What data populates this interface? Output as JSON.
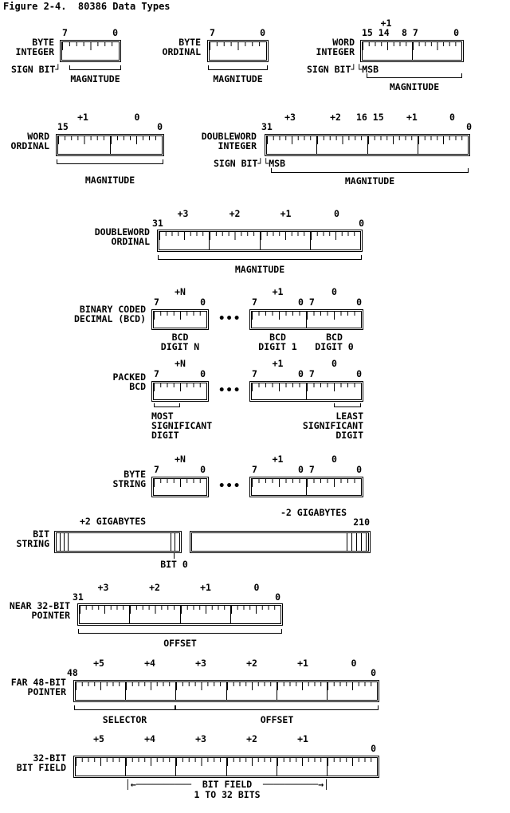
{
  "title": "Figure 2-4.  80386 Data Types",
  "byte_integer": {
    "name": "BYTE\nINTEGER",
    "bit7": "7",
    "bit0": "0",
    "sign": "SIGN BIT┘",
    "magnitude": "MAGNITUDE"
  },
  "byte_ordinal": {
    "name": "BYTE\nORDINAL",
    "bit7": "7",
    "bit0": "0",
    "magnitude": "MAGNITUDE"
  },
  "word_integer": {
    "name": "WORD\nINTEGER",
    "plus1": "+1",
    "bits_high": "15 14",
    "bits_mid": "8 7",
    "bit0": "0",
    "sign_msb": "SIGN BIT┘└MSB",
    "magnitude": "MAGNITUDE"
  },
  "word_ordinal": {
    "name": "WORD\nORDINAL",
    "plus1": "+1",
    "plus0": "0",
    "bit15": "15",
    "bit0": "0",
    "magnitude": "MAGNITUDE"
  },
  "doubleword_integer": {
    "name": "DOUBLEWORD\nINTEGER",
    "plus3": "+3",
    "plus2": "+2",
    "bits_mid": "16 15",
    "plus1": "+1",
    "plus0": "0",
    "bit31": "31",
    "bit0": "0",
    "sign_msb": "SIGN BIT┘└MSB",
    "magnitude": "MAGNITUDE"
  },
  "doubleword_ordinal": {
    "name": "DOUBLEWORD\nORDINAL",
    "plus3": "+3",
    "plus2": "+2",
    "plus1": "+1",
    "plus0": "0",
    "bit31": "31",
    "bit0": "0",
    "magnitude": "MAGNITUDE"
  },
  "bcd": {
    "name": "BINARY CODED\nDECIMAL (BCD)",
    "plusN": "+N",
    "n_bit7": "7",
    "n_bit0": "0",
    "ellipsis": "•••",
    "plus1": "+1",
    "plus0": "0",
    "w_bit7": "7",
    "w_bits_mid": "0 7",
    "w_bit0": "0",
    "digit_n": "BCD\nDIGIT N",
    "digit_1": "BCD\nDIGIT 1",
    "digit_0": "BCD\nDIGIT 0"
  },
  "packed_bcd": {
    "name": "PACKED\nBCD",
    "plusN": "+N",
    "n_bit7": "7",
    "n_bit0": "0",
    "ellipsis": "•••",
    "plus1": "+1",
    "plus0": "0",
    "w_bit7": "7",
    "w_bits_mid": "0 7",
    "w_bit0": "0",
    "most": "MOST\nSIGNIFICANT\nDIGIT",
    "least": "LEAST\nSIGNIFICANT\nDIGIT"
  },
  "byte_string": {
    "name": "BYTE\nSTRING",
    "plusN": "+N",
    "n_bit7": "7",
    "n_bit0": "0",
    "ellipsis": "•••",
    "plus1": "+1",
    "plus0": "0",
    "w_bit7": "7",
    "w_bits_mid": "0 7",
    "w_bit0": "0"
  },
  "bit_string": {
    "name": "BIT\nSTRING",
    "plus2g": "+2 GIGABYTES",
    "minus2g": "-2 GIGABYTES",
    "bits210": "210",
    "bit0_label": "BIT 0"
  },
  "near_pointer": {
    "name": "NEAR 32-BIT\nPOINTER",
    "plus3": "+3",
    "plus2": "+2",
    "plus1": "+1",
    "plus0": "0",
    "bit31": "31",
    "bit0": "0",
    "offset": "OFFSET"
  },
  "far_pointer": {
    "name": "FAR 48-BIT\nPOINTER",
    "plus5": "+5",
    "plus4": "+4",
    "plus3": "+3",
    "plus2": "+2",
    "plus1": "+1",
    "plus0": "0",
    "bit48": "48",
    "bit0": "0",
    "selector": "SELECTOR",
    "offset": "OFFSET"
  },
  "bit_field": {
    "name": "32-BIT\nBIT FIELD",
    "plus5": "+5",
    "plus4": "+4",
    "plus3": "+3",
    "plus2": "+2",
    "plus1": "+1",
    "bit0": "0",
    "arrow_line": "│←──────────  BIT FIELD  ──────────→│",
    "range": "1 TO 32 BITS"
  }
}
